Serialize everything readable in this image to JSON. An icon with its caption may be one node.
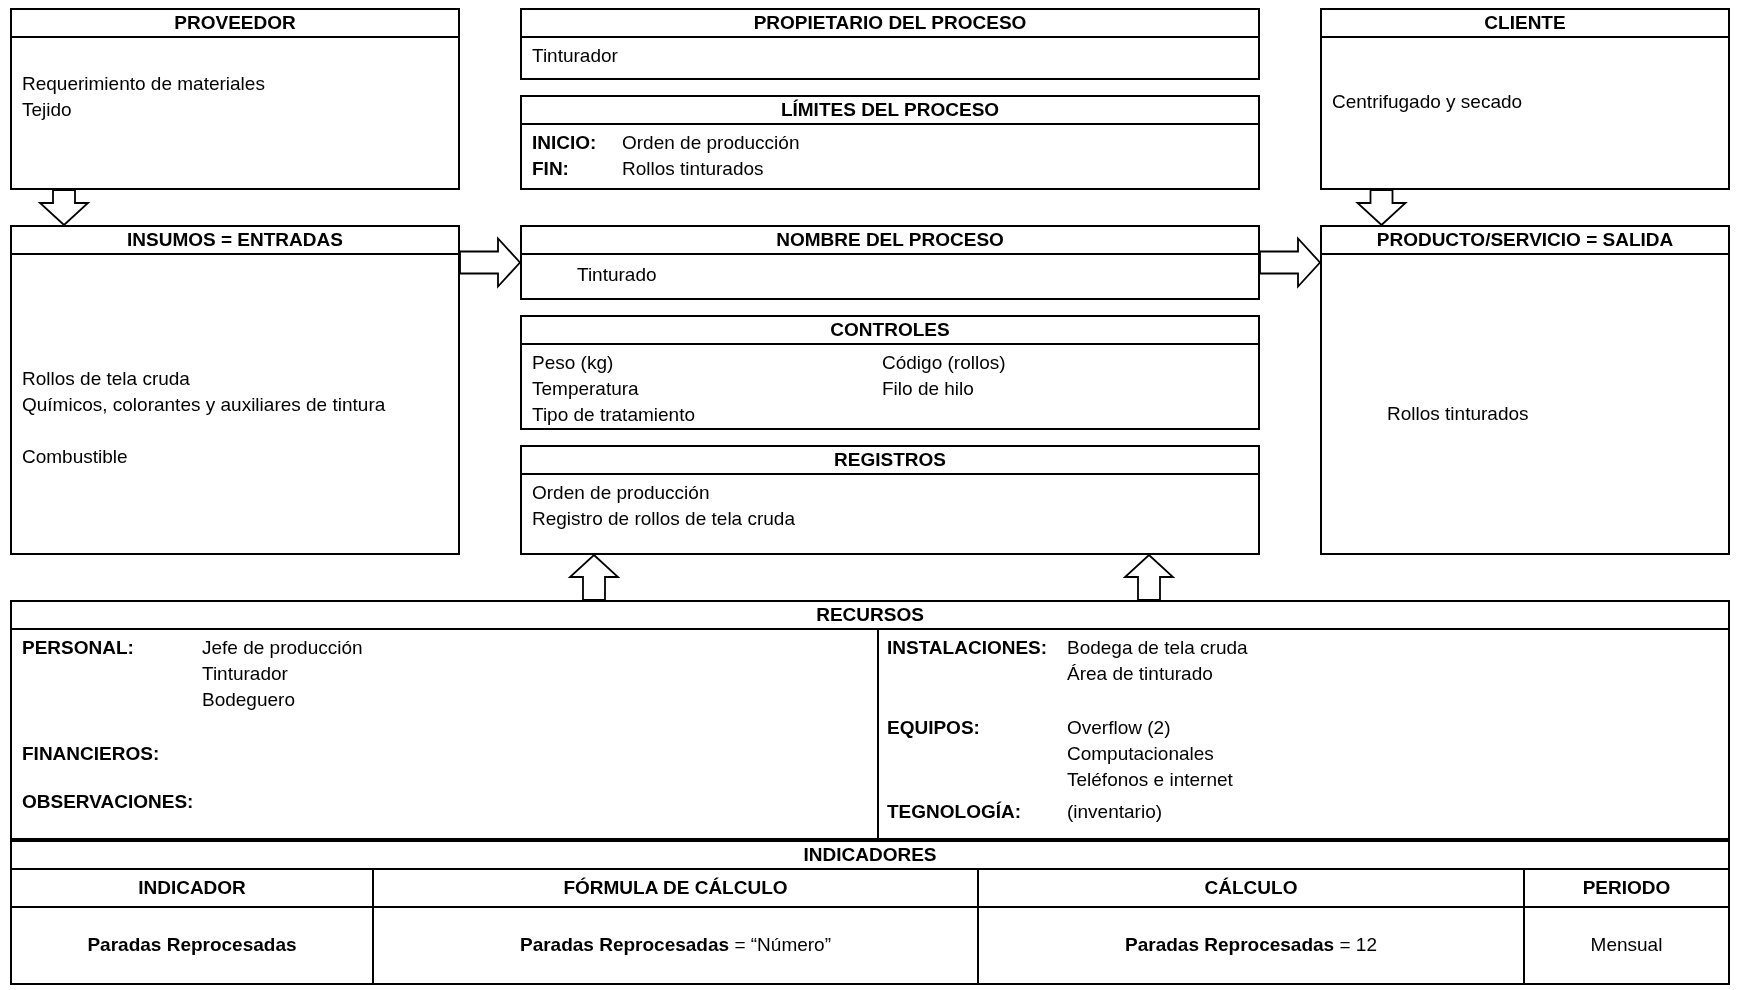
{
  "diagram": {
    "nodes": [
      {
        "text": [
          "PROVEEDOR",
          "Requerimiento de materiales",
          "Tejido"
        ]
      },
      {
        "text": [
          "PROPIETARIO DEL PROCESO",
          "Tinturador"
        ]
      },
      {
        "text": [
          "CLIENTE",
          "Centrifugado y secado"
        ]
      },
      {
        "text": [
          "LÍMITES DEL PROCESO",
          "INICIO:",
          "Orden de producción",
          "FIN:",
          "Rollos tinturados"
        ]
      },
      {
        "text": [
          "INSUMOS = ENTRADAS",
          "Rollos de tela cruda",
          "Químicos, colorantes y auxiliares de tintura",
          "Combustible"
        ]
      },
      {
        "text": [
          "NOMBRE DEL PROCESO",
          "Tinturado"
        ]
      },
      {
        "text": [
          "PRODUCTO/SERVICIO = SALIDA",
          "Rollos tinturados"
        ]
      },
      {
        "text": [
          "CONTROLES",
          "Peso (kg)",
          "Temperatura",
          "Tipo de tratamiento",
          "Código (rollos)",
          "Filo de hilo"
        ]
      },
      {
        "text": [
          "REGISTROS",
          "Orden de producción",
          "Registro de rollos de tela cruda"
        ]
      },
      {
        "text": [
          "RECURSOS",
          "PERSONAL:",
          "Jefe de producción",
          "Tinturador",
          "Bodeguero",
          "FINANCIEROS:",
          "OBSERVACIONES:",
          "INSTALACIONES:",
          "Bodega de tela cruda",
          "Área de tinturado",
          "EQUIPOS:",
          "Overflow (2)",
          "Computacionales",
          "Teléfonos e internet",
          "TEGNOLOGÍA:",
          "(inventario)"
        ]
      },
      {
        "text": [
          "INDICADORES"
        ]
      }
    ],
    "edges": [
      {
        "from": 0,
        "to": 4,
        "arrow": "to"
      },
      {
        "from": 2,
        "to": 6,
        "arrow": "to"
      },
      {
        "from": 4,
        "to": 5,
        "arrow": "to"
      },
      {
        "from": 5,
        "to": 6,
        "arrow": "to"
      },
      {
        "from": 9,
        "to": 8,
        "arrow": "to"
      },
      {
        "from": 9,
        "to": 8,
        "arrow": "to"
      }
    ],
    "labels": [
      "INDICADOR",
      "FÓRMULA DE CÁLCULO",
      "CÁLCULO",
      "PERIODO",
      "Paradas Reprocesadas",
      "**Paradas Reprocesadas** = “Número”",
      "**Paradas Reprocesadas** = 12",
      "Mensual"
    ]
  }
}
